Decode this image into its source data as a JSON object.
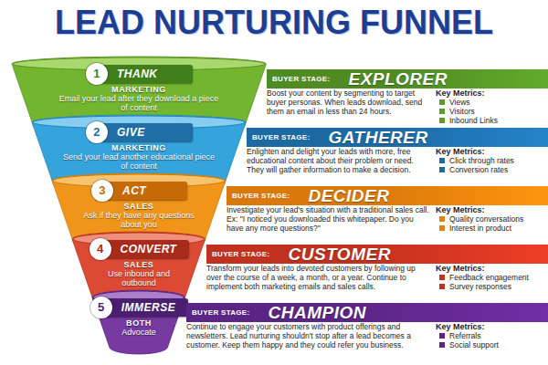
{
  "diagram": {
    "title": "LEAD NURTURING FUNNEL",
    "nodes": [
      {
        "text": [
          "MARKETING",
          "Email your lead after they download a piece of content"
        ]
      },
      {
        "text": [
          "1",
          "THANK"
        ],
        "in": 0
      },
      {
        "text": [
          "BUYER STAGE:",
          "EXPLORER"
        ]
      },
      {
        "text": [
          "MARKETING",
          "Send your lead another educational piece of content"
        ]
      },
      {
        "text": [
          "2",
          "GIVE"
        ],
        "in": 3
      },
      {
        "text": [
          "BUYER STAGE:",
          "GATHERER"
        ]
      },
      {
        "text": [
          "SALES",
          "Ask if they have any questions about you"
        ]
      },
      {
        "text": [
          "3",
          "ACT"
        ],
        "in": 6
      },
      {
        "text": [
          "BUYER STAGE:",
          "DECIDER"
        ]
      },
      {
        "text": [
          "SALES",
          "Use inbound and outbound"
        ]
      },
      {
        "text": [
          "4",
          "CONVERT"
        ],
        "in": 9
      },
      {
        "text": [
          "BUYER STAGE:",
          "CUSTOMER"
        ]
      },
      {
        "text": [
          "BOTH",
          "Advocate"
        ]
      },
      {
        "text": [
          "5",
          "IMMERSE"
        ],
        "in": 12
      },
      {
        "text": [
          "BUYER STAGE:",
          "CHAMPION"
        ]
      }
    ],
    "labels": [
      "Boost your content by segmenting to target buyer personas. When leads download, send them an email in less than 24 hours.",
      "Key Metrics:",
      "Views",
      "Visitors",
      "Inbound Links",
      "Enlighten and delight your leads with more, free educational content about their problem or need. They will gather information to make a decision.",
      "Key Metrics:",
      "Click through rates",
      "Conversion rates",
      "Investigate your lead's situation with a traditional sales call. Ex: \"I noticed you downloaded this whitepaper. Do you have any more questions?\"",
      "Key Metrics:",
      "Quality conversations",
      "Interest in product",
      "Transform your leads into devoted customers by following up over the course of a week, a month, or a year. Continue to implement both marketing emails and sales calls.",
      "Key Metrics:",
      "Feedback engagement",
      "Survey responses",
      "Continue to engage your customers with product offerings and newsletters. Lead nurturing shouldn't stop after a lead becomes a customer. Keep them happy and they could refer you business.",
      "Key Metrics:",
      "Referrals",
      "Social support"
    ]
  }
}
